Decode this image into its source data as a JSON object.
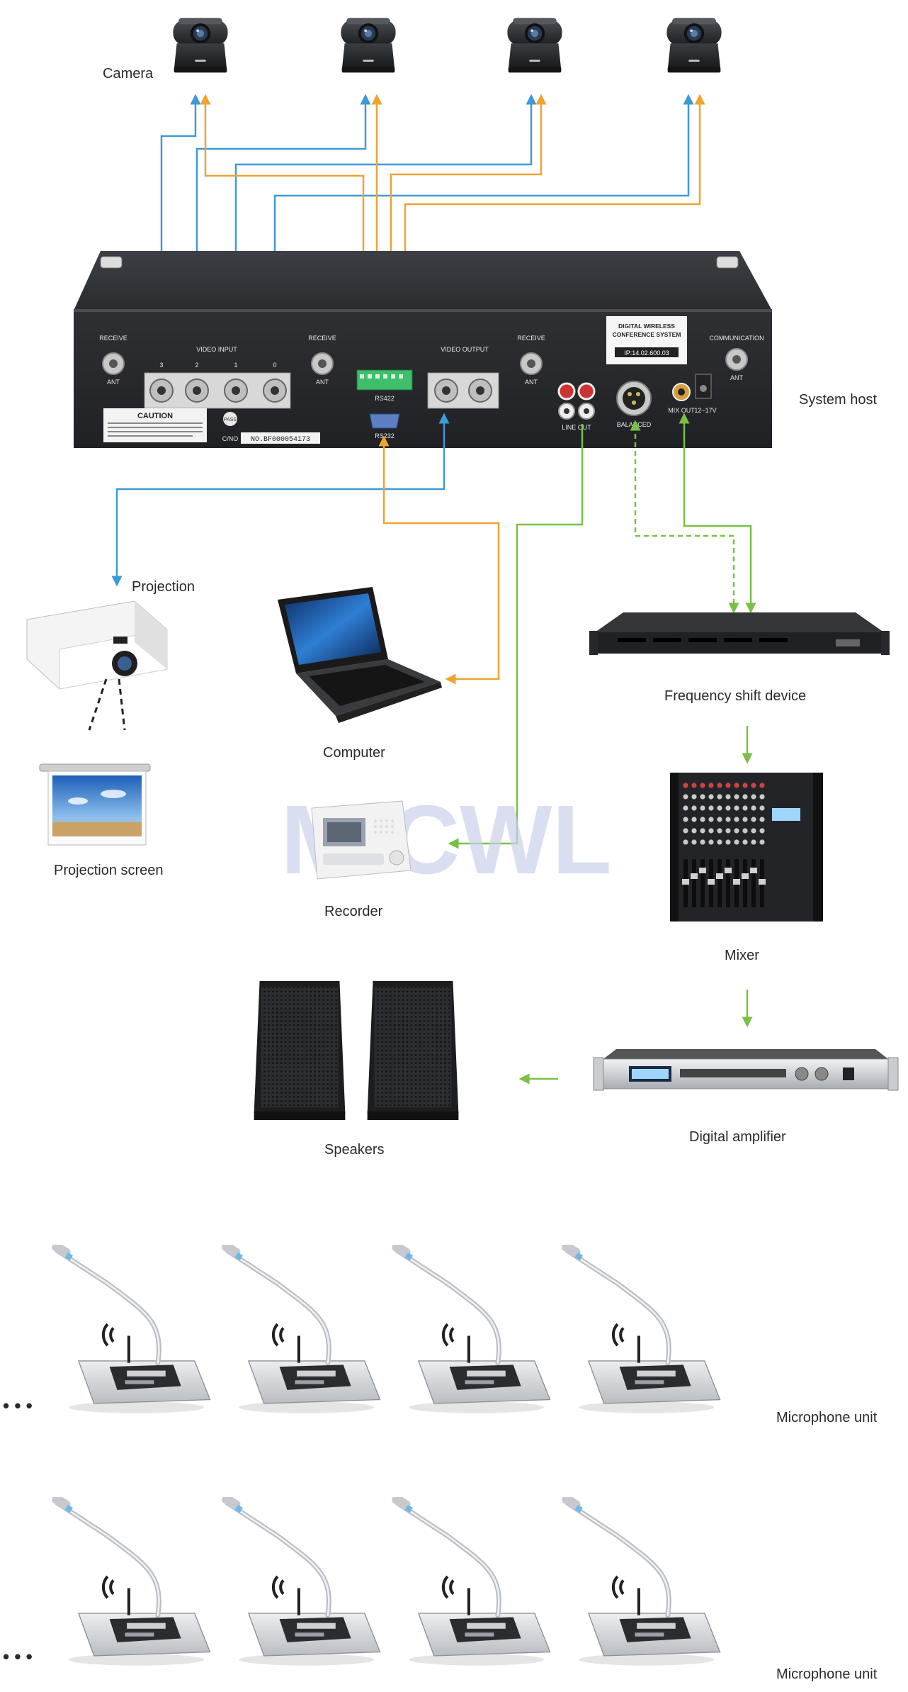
{
  "labels": {
    "camera": "Camera",
    "system_host": "System host",
    "projection": "Projection",
    "projection_screen": "Projection screen",
    "computer": "Computer",
    "recorder": "Recorder",
    "frequency_shift_device": "Frequency shift device",
    "mixer": "Mixer",
    "digital_amplifier": "Digital amplifier",
    "speakers": "Speakers",
    "microphone_unit_row1": "Microphone unit",
    "microphone_unit_row2": "Microphone unit",
    "ellipsis_row1": "• • •",
    "ellipsis_row2": "• • •"
  },
  "host_panel": {
    "receive_1": "RECEIVE",
    "ant_1": "ANT",
    "video_input": "VIDEO INPUT",
    "vin_ports": [
      "3",
      "2",
      "1",
      "0"
    ],
    "receive_2": "RECEIVE",
    "ant_2": "ANT",
    "rs422": "RS422",
    "rs232": "RS232",
    "video_output": "VIDEO OUTPUT",
    "receive_3": "RECEIVE",
    "ant_3": "ANT",
    "line_out": "LINE OUT",
    "balanced": "BALANCED",
    "mix_out": "MIX OUT",
    "power": "12~17V",
    "communication": "COMMUNICATION",
    "ant_4": "ANT",
    "nameplate_line1": "DIGITAL WIRELESS",
    "nameplate_line2": "CONFERENCE SYSTEM",
    "ip": "IP:14.02.600.03",
    "caution": "CAUTION",
    "cno": "C/NO",
    "serial": "NO.BF000054173",
    "pass": "PASS"
  },
  "watermark": "MICWL",
  "colors": {
    "video_line": "#3d9ad6",
    "control_line": "#eea430",
    "audio_line": "#79c045",
    "device_dark": "#2b2d30",
    "watermark": "#c9d2ea"
  },
  "icons": {
    "camera": "ptz-camera-icon",
    "projector": "projector-icon",
    "screen": "projection-screen-icon",
    "laptop": "laptop-icon",
    "recorder": "recorder-icon",
    "freq_shift": "rack-device-icon",
    "mixer": "mixer-icon",
    "amplifier": "amplifier-icon",
    "speaker": "speaker-icon",
    "microphone": "gooseneck-microphone-icon"
  }
}
